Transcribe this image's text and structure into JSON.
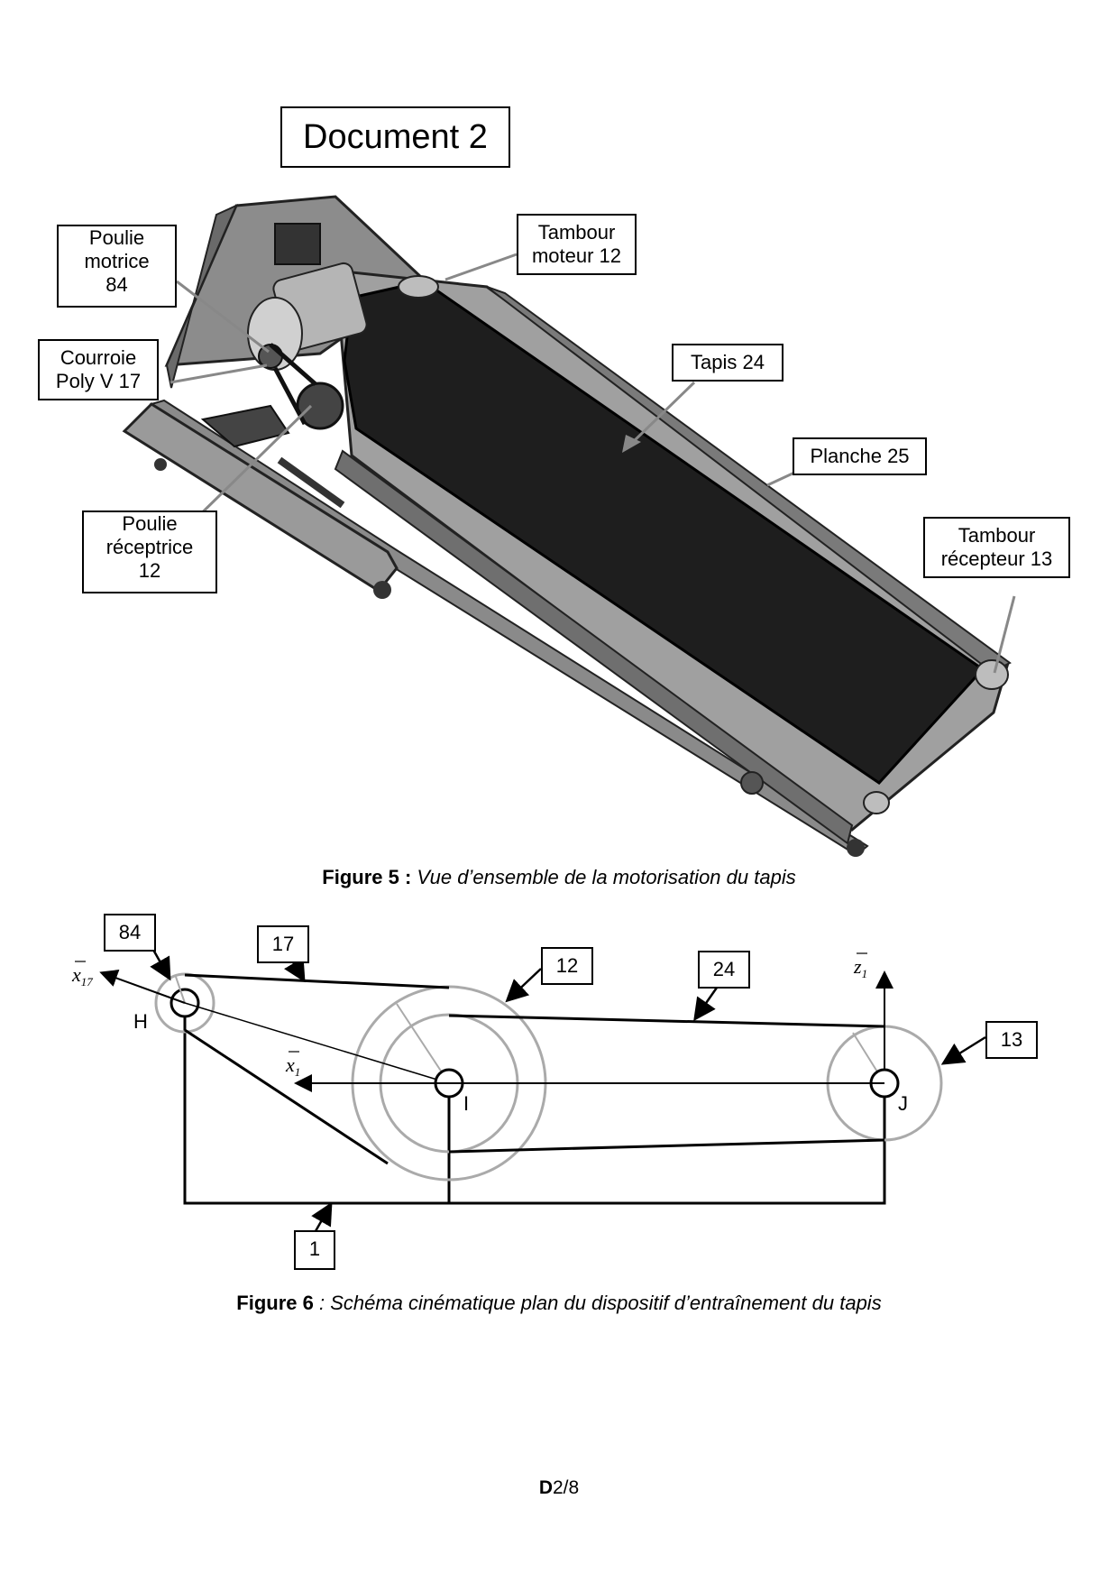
{
  "document_title": "Document 2",
  "figure5": {
    "labels": {
      "poulie_motrice": [
        "Poulie",
        "motrice",
        "84"
      ],
      "courroie": [
        "Courroie",
        "Poly V 17"
      ],
      "poulie_receptrice": [
        "Poulie",
        "réceptrice",
        "12"
      ],
      "tambour_moteur": [
        "Tambour",
        "moteur 12"
      ],
      "tapis": [
        "Tapis 24"
      ],
      "planche": [
        "Planche 25"
      ],
      "tambour_recepteur": [
        "Tambour",
        "récepteur 13"
      ]
    },
    "caption_bold": "Figure 5 :",
    "caption_italic": "Vue d’ensemble de la motorisation du tapis"
  },
  "figure6": {
    "part_labels": {
      "p84": "84",
      "p17": "17",
      "p12": "12",
      "p24": "24",
      "p13": "13",
      "p1": "1"
    },
    "points": {
      "H": "H",
      "I": "I",
      "J": "J"
    },
    "vectors": {
      "x17": "x",
      "x17_sub": "17",
      "x1": "x",
      "x1_sub": "1",
      "z1": "z",
      "z1_sub": "1"
    },
    "caption_bold": "Figure 6",
    "caption_italic": " : Schéma cinématique plan du dispositif d’entraînement du tapis"
  },
  "footer": {
    "bold": "D",
    "rest": "2/8"
  }
}
